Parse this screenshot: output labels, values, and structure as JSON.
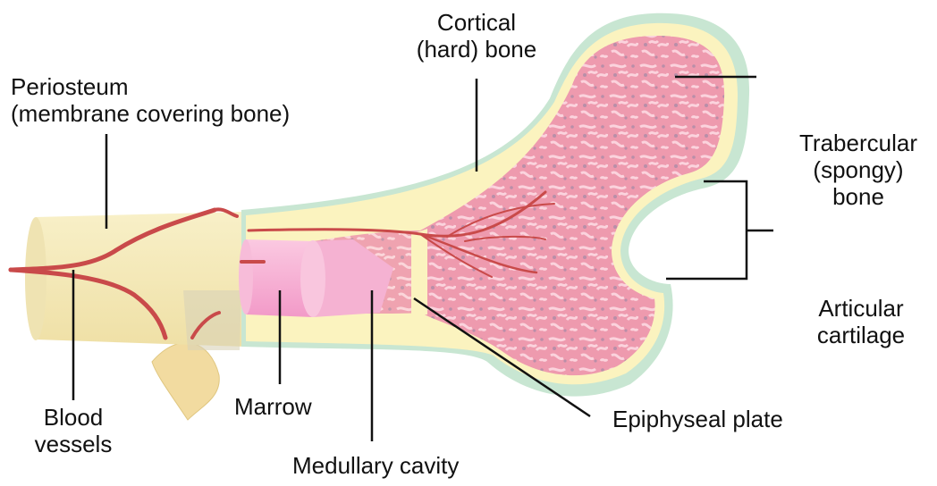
{
  "diagram": {
    "labels": {
      "cortical": [
        "Cortical",
        "(hard) bone"
      ],
      "periosteum": [
        "Periosteum",
        "(membrane covering bone)"
      ],
      "trabecular": [
        "Trabercular",
        "(spongy)",
        "bone"
      ],
      "articular": [
        "Articular",
        "cartilage"
      ],
      "blood_vessels": [
        "Blood",
        "vessels"
      ],
      "marrow": "Marrow",
      "medullary": "Medullary cavity",
      "epiphyseal": "Epiphyseal plate"
    },
    "colors": {
      "shaft": "#f6eec1",
      "cortical": "#fbf5b8",
      "cartilage": "#c8e6d2",
      "spongy": "#f0a1b4",
      "marrow": "#f7b6d6",
      "vessel": "#c94a4a",
      "line": "#111111"
    }
  }
}
